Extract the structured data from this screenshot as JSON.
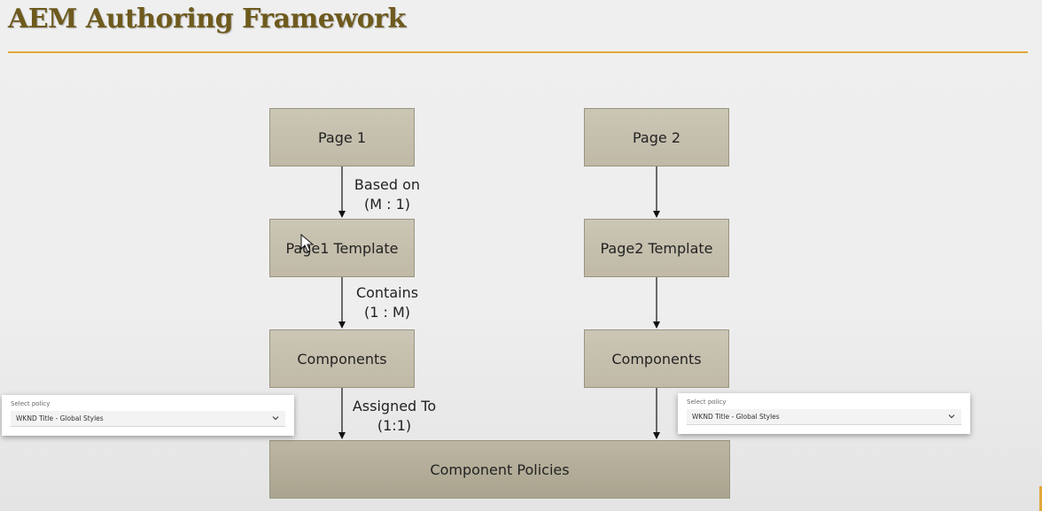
{
  "header": {
    "title": "AEM Authoring Framework"
  },
  "diagram": {
    "left_column": {
      "page": "Page 1",
      "template": "Page1 Template",
      "components": "Components"
    },
    "right_column": {
      "page": "Page 2",
      "template": "Page2 Template",
      "components": "Components"
    },
    "policies": "Component Policies",
    "edges": {
      "based_on": {
        "label": "Based on",
        "cardinality": "(M : 1)"
      },
      "contains": {
        "label": "Contains",
        "cardinality": "(1 : M)"
      },
      "assigned_to": {
        "label": "Assigned To",
        "cardinality": "(1:1)"
      }
    }
  },
  "policy_panels": {
    "left": {
      "label": "Select policy",
      "value": "WKND Title - Global Styles"
    },
    "right": {
      "label": "Select policy",
      "value": "WKND Title - Global Styles"
    }
  },
  "colors": {
    "title": "#6e5a1d",
    "rule": "#e3a63a",
    "box_fill": "#c4bfad",
    "policies_fill": "#b2ac98"
  }
}
